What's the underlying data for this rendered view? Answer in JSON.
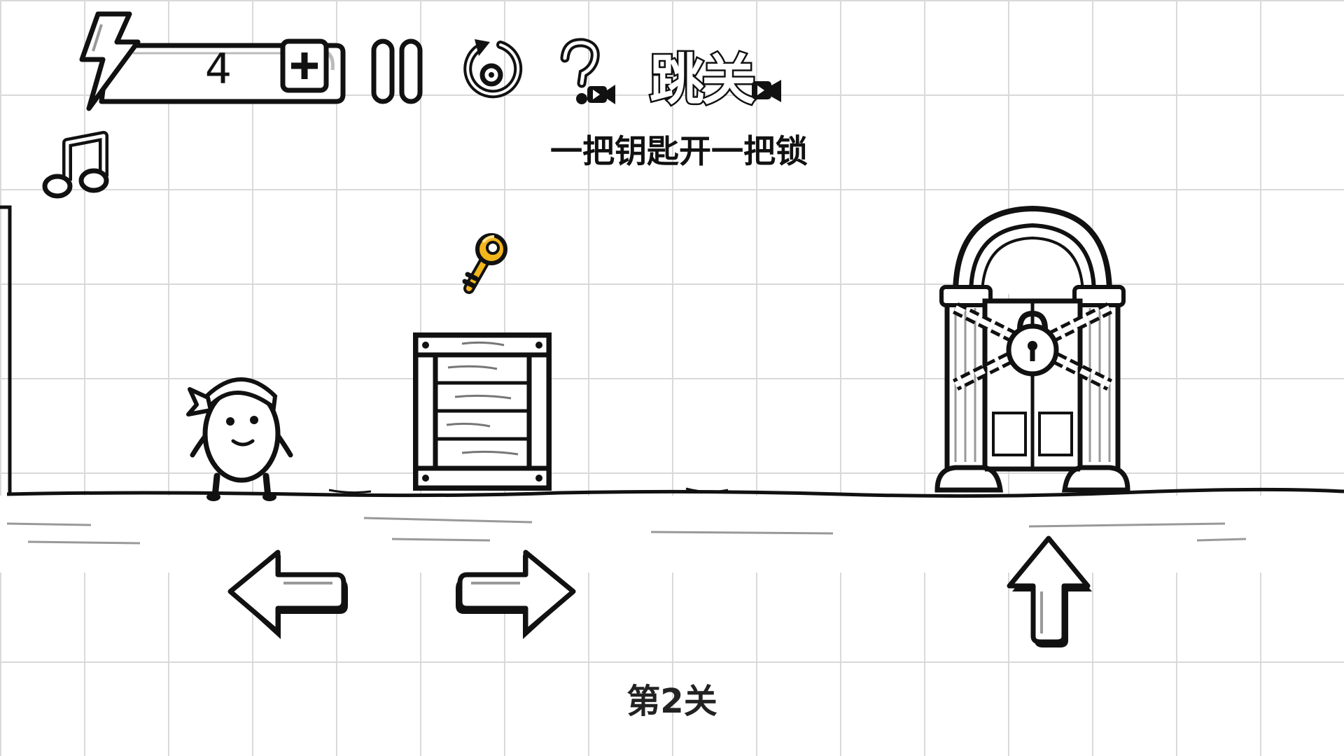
{
  "hud": {
    "energy": {
      "icon": "lightning-bolt-icon",
      "count": "4",
      "add_icon": "plus-icon"
    },
    "pause_icon": "pause-icon",
    "restart_icon": "restart-icon",
    "hint_icon": "question-video-icon",
    "skip_label": "跳关",
    "skip_icon": "video-ad-icon",
    "music_icon": "music-note-icon"
  },
  "hint_text": "一把钥匙开一把锁",
  "scene": {
    "player": "egg-character",
    "key": "golden-key",
    "crate": "wooden-crate",
    "exit": "locked-arch-door"
  },
  "controls": {
    "left_icon": "arrow-left-icon",
    "right_icon": "arrow-right-icon",
    "jump_icon": "arrow-up-icon"
  },
  "level_label": "第2关",
  "colors": {
    "ink": "#111111",
    "grid": "#d9d9d9",
    "key": "#f2b51c",
    "background": "#ffffff"
  }
}
